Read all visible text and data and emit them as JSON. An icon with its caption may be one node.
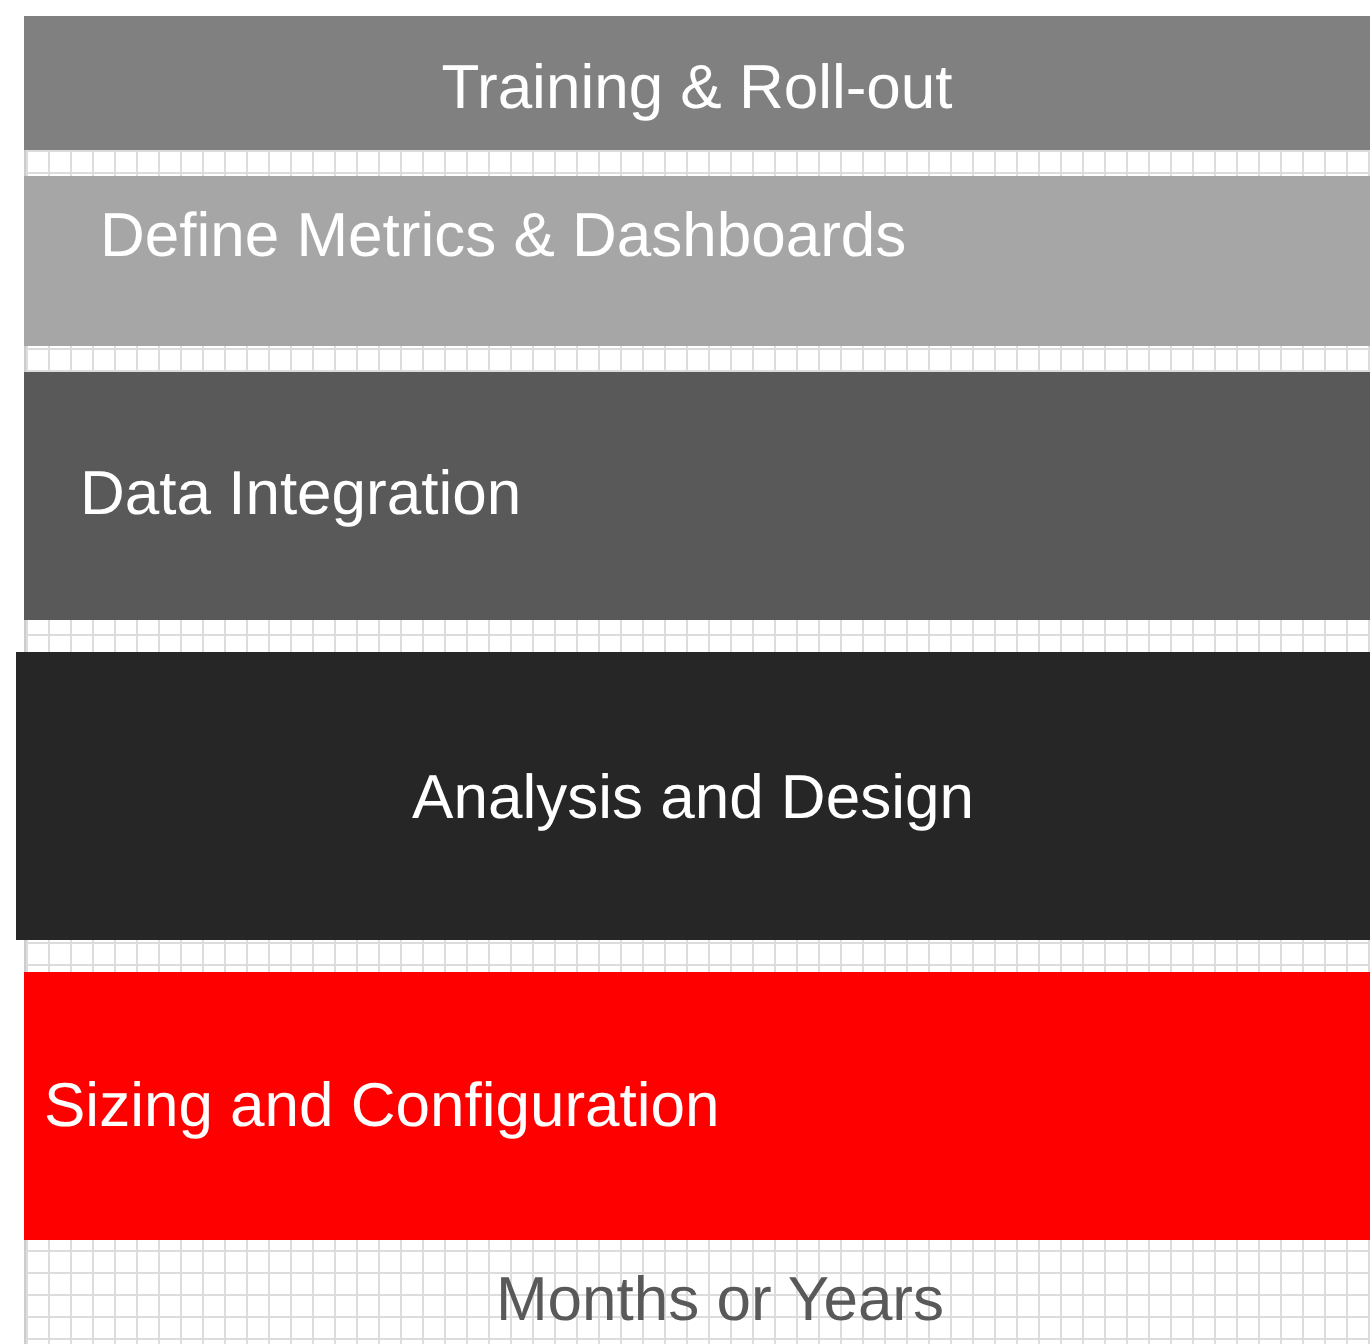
{
  "diagram": {
    "nodes": [
      {
        "text": [
          "Training & Roll-out"
        ]
      },
      {
        "text": [
          "Define Metrics & Dashboards"
        ]
      },
      {
        "text": [
          "Data Integration"
        ]
      },
      {
        "text": [
          "Analysis and Design"
        ]
      },
      {
        "text": [
          "Sizing and Configuration"
        ]
      }
    ],
    "labels": [
      "Months or Years"
    ]
  }
}
